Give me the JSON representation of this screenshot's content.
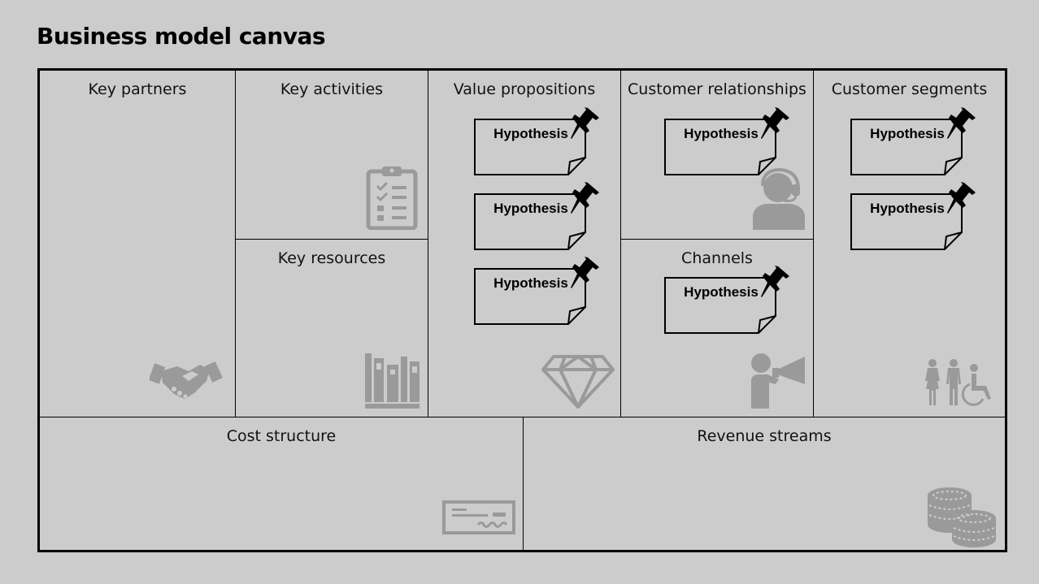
{
  "title": "Business model canvas",
  "blocks": {
    "key_partners": "Key partners",
    "key_activities": "Key activities",
    "key_resources": "Key resources",
    "value_propositions": "Value propositions",
    "customer_relationships": "Customer relationships",
    "channels": "Channels",
    "customer_segments": "Customer segments",
    "cost_structure": "Cost structure",
    "revenue_streams": "Revenue streams"
  },
  "notes": {
    "value_propositions": [
      "Hypothesis",
      "Hypothesis",
      "Hypothesis"
    ],
    "customer_relationships": [
      "Hypothesis"
    ],
    "channels": [
      "Hypothesis"
    ],
    "customer_segments": [
      "Hypothesis",
      "Hypothesis"
    ]
  },
  "icons": {
    "key_partners": "handshake-icon",
    "key_activities": "clipboard-checklist-icon",
    "key_resources": "books-icon",
    "value_propositions": "diamond-icon",
    "customer_relationships": "support-agent-icon",
    "channels": "megaphone-person-icon",
    "customer_segments": "people-icon",
    "cost_structure": "cheque-icon",
    "revenue_streams": "coins-icon",
    "note": "pushpin-icon"
  },
  "colors": {
    "background": "#cccccc",
    "icon": "#9a9a9a",
    "line": "#000000"
  }
}
